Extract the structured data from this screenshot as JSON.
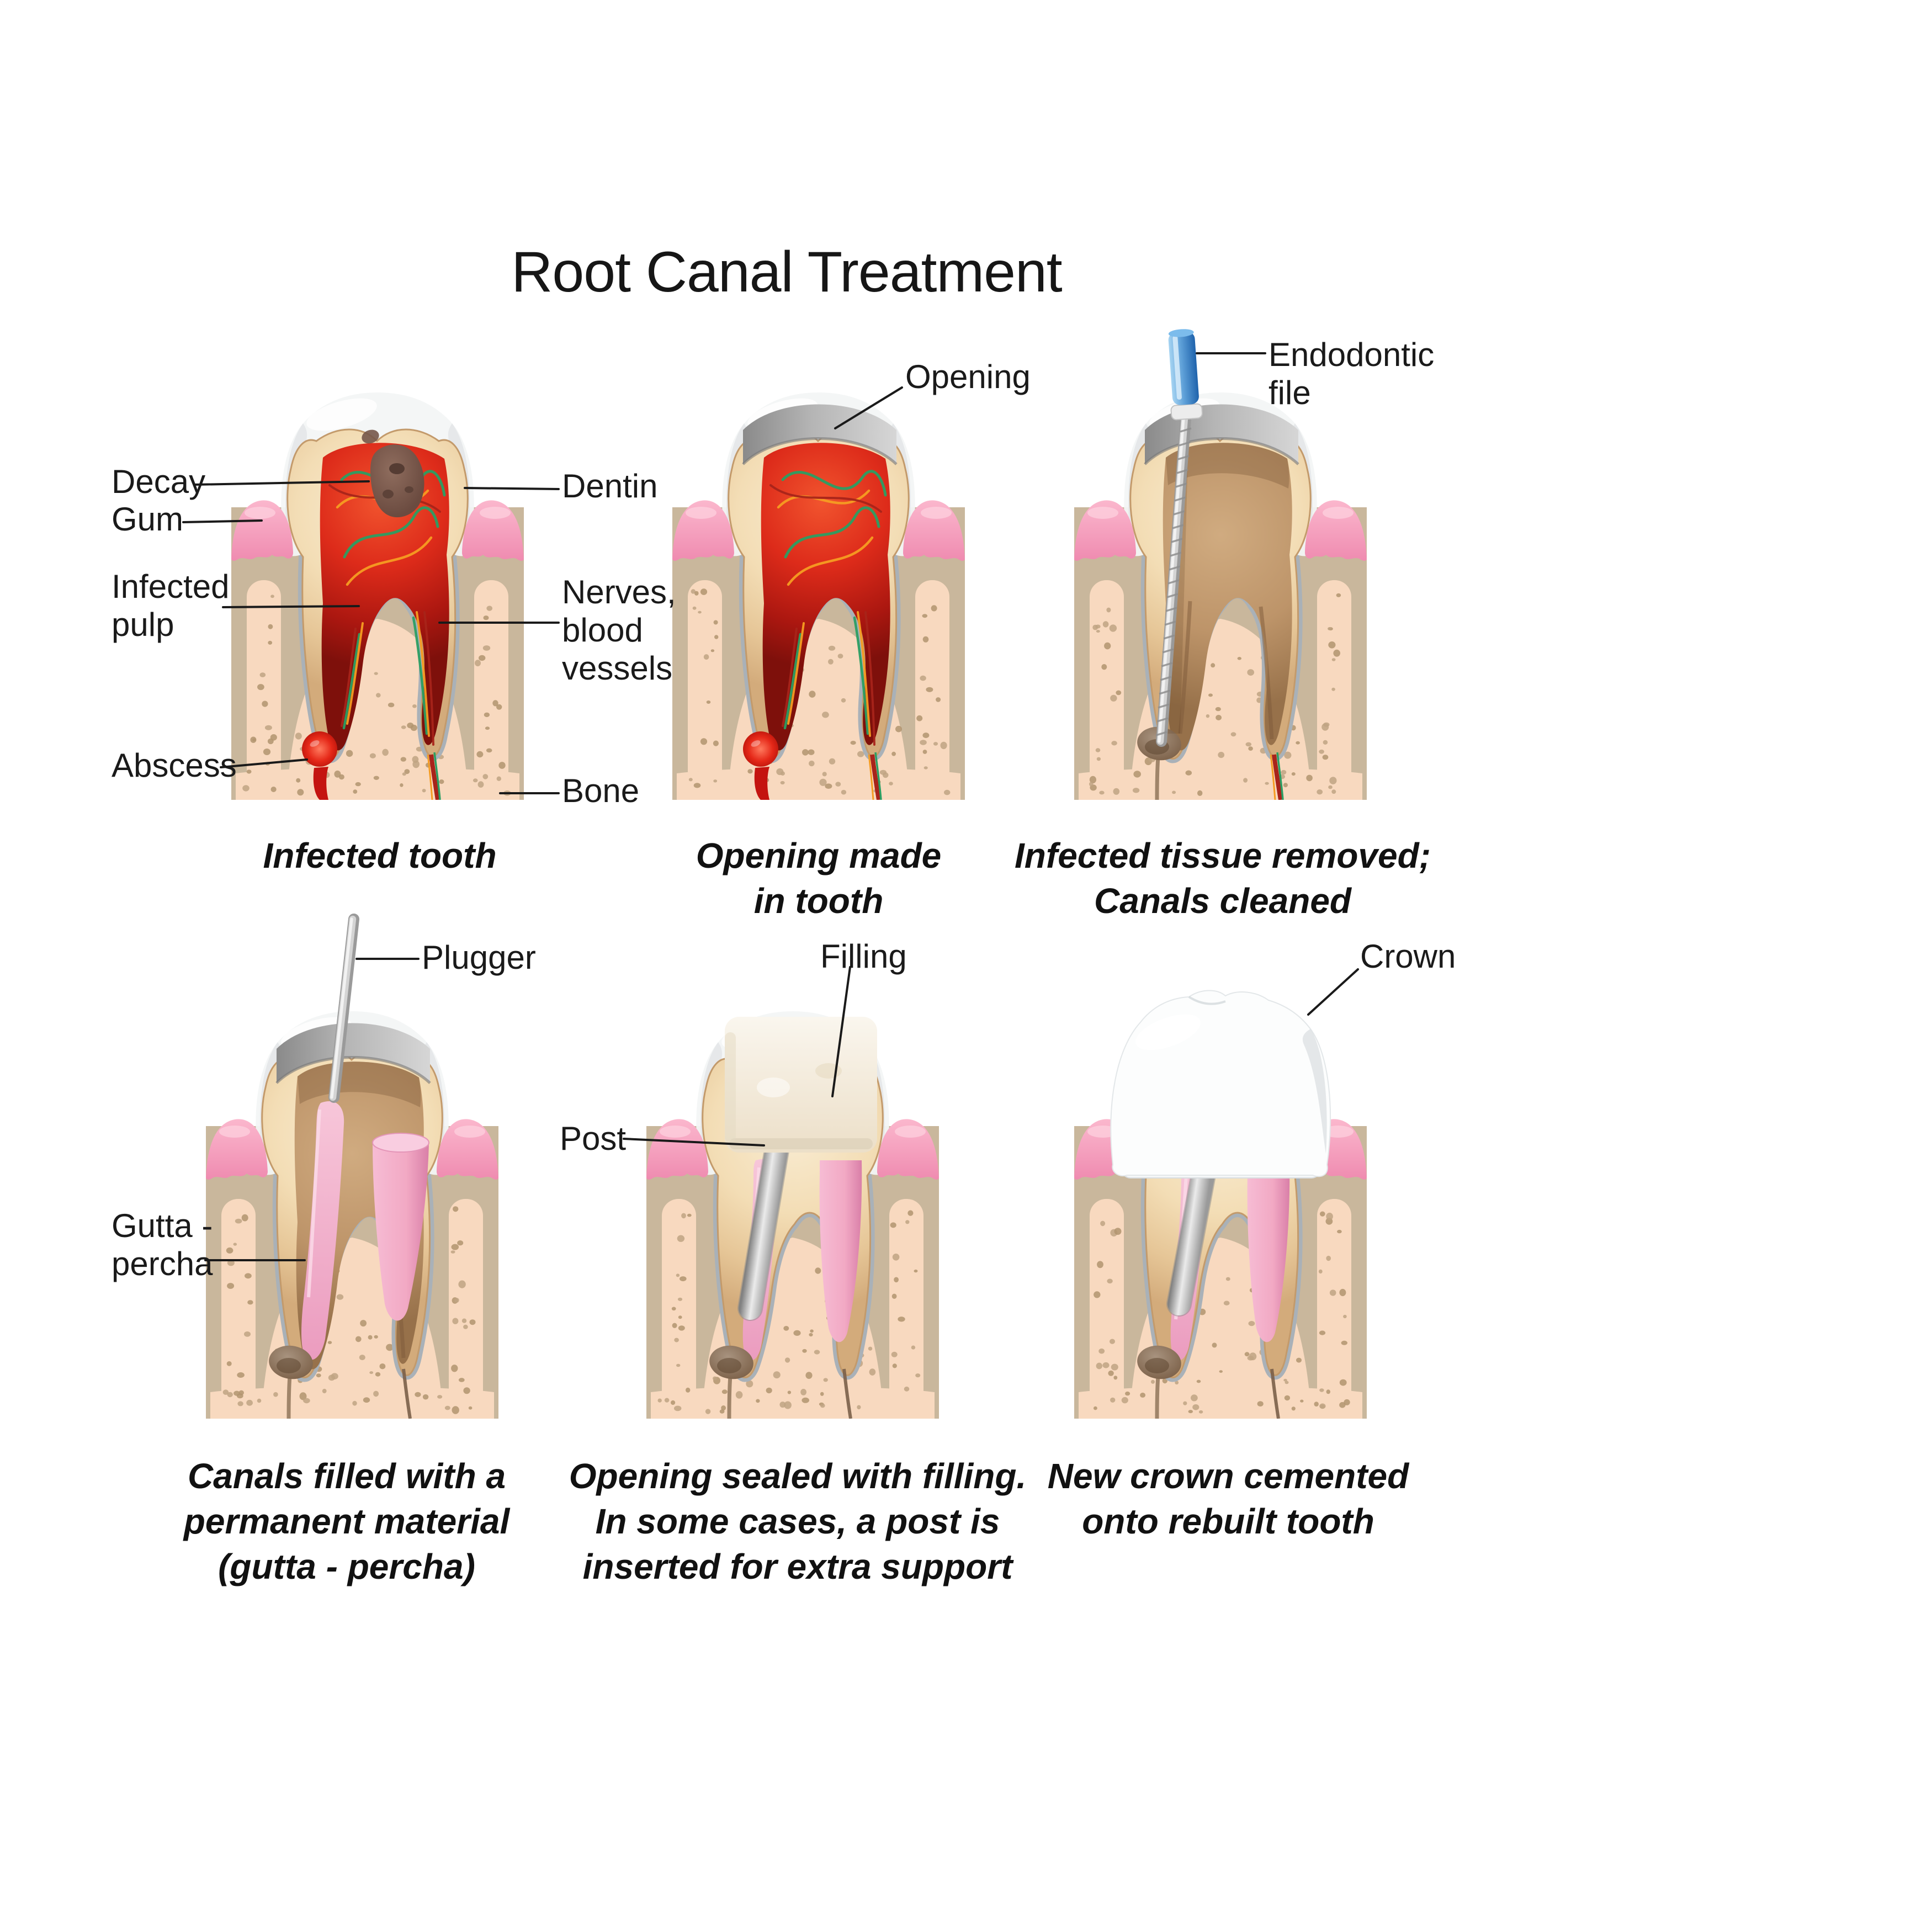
{
  "title": "Root Canal Treatment",
  "labels": {
    "decay": "Decay",
    "gum": "Gum",
    "infected_pulp_line1": "Infected",
    "infected_pulp_line2": "pulp",
    "abscess": "Abscess",
    "dentin": "Dentin",
    "nerves_line1": "Nerves,",
    "nerves_line2": "blood",
    "nerves_line3": "vessels",
    "bone": "Bone",
    "opening": "Opening",
    "endodontic_line1": "Endodontic",
    "endodontic_line2": "file",
    "plugger": "Plugger",
    "gutta_line1": "Gutta -",
    "gutta_line2": "percha",
    "filling": "Filling",
    "post": "Post",
    "crown": "Crown"
  },
  "captions": {
    "step1_line1": "Infected tooth",
    "step2_line1": "Opening made",
    "step2_line2": "in tooth",
    "step3_line1": "Infected tissue removed;",
    "step3_line2": "Canals cleaned",
    "step4_line1": "Canals filled with a",
    "step4_line2": "permanent material",
    "step4_line3": "(gutta - percha)",
    "step5_line1": "Opening sealed with filling.",
    "step5_line2": "In some cases, a post is",
    "step5_line3": "inserted for extra support",
    "step6_line1": "New crown cemented",
    "step6_line2": "onto rebuilt tooth"
  },
  "colors": {
    "text": "#1a1a1a",
    "line": "#1a1a1a",
    "gum_pink": "#f79ebc",
    "gum_pink_light": "#fbb7cd",
    "gum_pink_dark": "#ef8bb0",
    "bone_tan": "#c9b79c",
    "bone_light": "#f8d9bf",
    "speckle": "#c0a383",
    "speckle_dark": "#b2946f",
    "socket_gray": "#a9b1b8",
    "dentin_light": "#f9ecd2",
    "dentin_dark": "#d3ab7b",
    "dentin_edge": "#c39a6b",
    "enamel_white": "#f3f5f6",
    "enamel_shadow": "#dfe3e6",
    "pulp_red": "#dd2b1a",
    "pulp_dark": "#7e100b",
    "nerve_green": "#2b9e63",
    "nerve_orange": "#f59c22",
    "vessel_red": "#a8241a",
    "decay_brown": "#6b4b40",
    "abscess_red": "#e52818",
    "slab_gray": "#8a8a8a",
    "slab_gray_light": "#d6d6d6",
    "chamber_tan": "#bd9469",
    "chamber_dark": "#97714a",
    "gutta_pink": "#f2a9c4",
    "gutta_pink_light": "#f7c6d9",
    "gutta_pink_dark": "#d97fa8",
    "metal_light": "#f2f2f2",
    "metal": "#d4d4d4",
    "metal_dark": "#9a9a9a",
    "file_handle_blue": "#1f63ac",
    "file_handle_blue_light": "#a6d4f2",
    "filling_cream": "#faf6ee",
    "filling_cream_dark": "#ecdfc8",
    "crown_white": "#fcfdfd",
    "crown_shadow": "#dde1e4",
    "tip_blob": "#8b7361",
    "background": "#ffffff"
  }
}
